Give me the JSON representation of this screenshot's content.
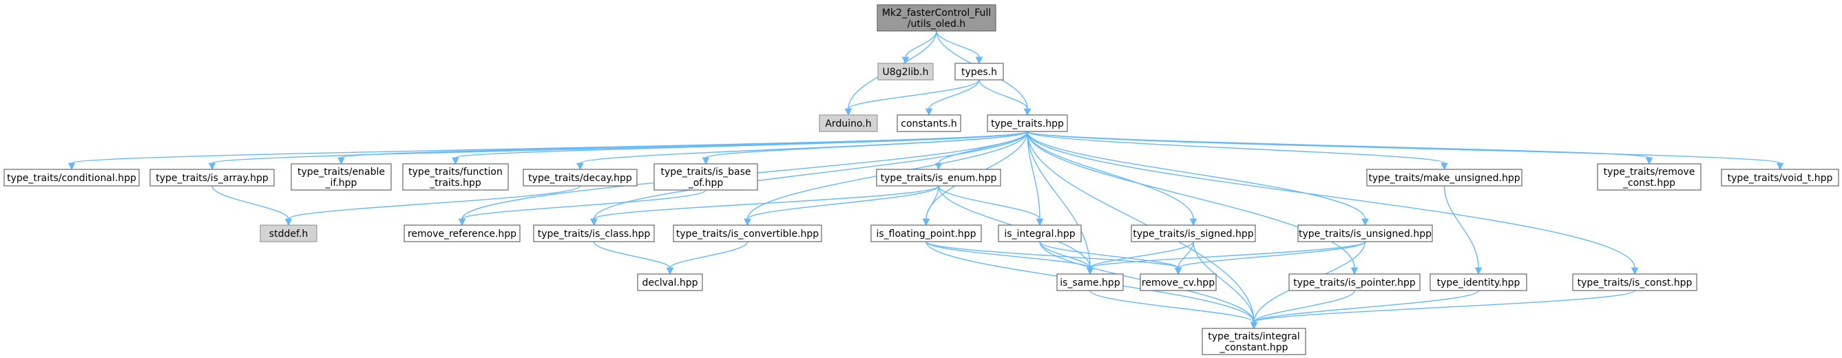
{
  "colors": {
    "edge": "#63b8ff",
    "node_border": "#666666",
    "root_fill": "#999999",
    "system_fill": "#d3d3d3"
  },
  "nodes": [
    {
      "id": "root",
      "lines": [
        "Mk2_fasterControl_Full",
        "/utils_oled.h"
      ],
      "style": "root"
    },
    {
      "id": "arduino",
      "lines": [
        "Arduino.h"
      ],
      "style": "gray"
    },
    {
      "id": "u8g2",
      "lines": [
        "U8g2lib.h"
      ],
      "style": "gray"
    },
    {
      "id": "types",
      "lines": [
        "types.h"
      ],
      "style": "white"
    },
    {
      "id": "constants",
      "lines": [
        "constants.h"
      ],
      "style": "white"
    },
    {
      "id": "tt",
      "lines": [
        "type_traits.hpp"
      ],
      "style": "white"
    },
    {
      "id": "conditional",
      "lines": [
        "type_traits/conditional.hpp"
      ],
      "style": "white"
    },
    {
      "id": "is_array",
      "lines": [
        "type_traits/is_array.hpp"
      ],
      "style": "white"
    },
    {
      "id": "enable_if",
      "lines": [
        "type_traits/enable",
        "_if.hpp"
      ],
      "style": "white"
    },
    {
      "id": "function_traits",
      "lines": [
        "type_traits/function",
        "_traits.hpp"
      ],
      "style": "white"
    },
    {
      "id": "decay",
      "lines": [
        "type_traits/decay.hpp"
      ],
      "style": "white"
    },
    {
      "id": "is_base_of",
      "lines": [
        "type_traits/is_base",
        "_of.hpp"
      ],
      "style": "white"
    },
    {
      "id": "is_enum",
      "lines": [
        "type_traits/is_enum.hpp"
      ],
      "style": "white"
    },
    {
      "id": "make_unsigned",
      "lines": [
        "type_traits/make_unsigned.hpp"
      ],
      "style": "white"
    },
    {
      "id": "remove_const",
      "lines": [
        "type_traits/remove",
        "_const.hpp"
      ],
      "style": "white"
    },
    {
      "id": "void_t",
      "lines": [
        "type_traits/void_t.hpp"
      ],
      "style": "white"
    },
    {
      "id": "stddef",
      "lines": [
        "stddef.h"
      ],
      "style": "gray"
    },
    {
      "id": "remove_reference",
      "lines": [
        "remove_reference.hpp"
      ],
      "style": "white"
    },
    {
      "id": "is_class",
      "lines": [
        "type_traits/is_class.hpp"
      ],
      "style": "white"
    },
    {
      "id": "is_convertible",
      "lines": [
        "type_traits/is_convertible.hpp"
      ],
      "style": "white"
    },
    {
      "id": "is_floating_point",
      "lines": [
        "is_floating_point.hpp"
      ],
      "style": "white"
    },
    {
      "id": "is_integral",
      "lines": [
        "is_integral.hpp"
      ],
      "style": "white"
    },
    {
      "id": "is_signed",
      "lines": [
        "type_traits/is_signed.hpp"
      ],
      "style": "white"
    },
    {
      "id": "is_unsigned",
      "lines": [
        "type_traits/is_unsigned.hpp"
      ],
      "style": "white"
    },
    {
      "id": "declval",
      "lines": [
        "declval.hpp"
      ],
      "style": "white"
    },
    {
      "id": "is_same",
      "lines": [
        "is_same.hpp"
      ],
      "style": "white"
    },
    {
      "id": "remove_cv",
      "lines": [
        "remove_cv.hpp"
      ],
      "style": "white"
    },
    {
      "id": "is_pointer",
      "lines": [
        "type_traits/is_pointer.hpp"
      ],
      "style": "white"
    },
    {
      "id": "type_identity",
      "lines": [
        "type_identity.hpp"
      ],
      "style": "white"
    },
    {
      "id": "is_const",
      "lines": [
        "type_traits/is_const.hpp"
      ],
      "style": "white"
    },
    {
      "id": "integral_constant",
      "lines": [
        "type_traits/integral",
        "_constant.hpp"
      ],
      "style": "white"
    }
  ],
  "edges": [
    [
      "root",
      "arduino"
    ],
    [
      "root",
      "u8g2"
    ],
    [
      "root",
      "types"
    ],
    [
      "root",
      "tt"
    ],
    [
      "types",
      "arduino"
    ],
    [
      "types",
      "constants"
    ],
    [
      "types",
      "tt"
    ],
    [
      "tt",
      "conditional"
    ],
    [
      "tt",
      "is_array"
    ],
    [
      "tt",
      "enable_if"
    ],
    [
      "tt",
      "function_traits"
    ],
    [
      "tt",
      "decay"
    ],
    [
      "tt",
      "is_base_of"
    ],
    [
      "tt",
      "is_enum"
    ],
    [
      "tt",
      "make_unsigned"
    ],
    [
      "tt",
      "remove_const"
    ],
    [
      "tt",
      "void_t"
    ],
    [
      "tt",
      "remove_reference"
    ],
    [
      "tt",
      "is_class"
    ],
    [
      "tt",
      "is_convertible"
    ],
    [
      "tt",
      "is_floating_point"
    ],
    [
      "tt",
      "is_integral"
    ],
    [
      "tt",
      "is_signed"
    ],
    [
      "tt",
      "is_unsigned"
    ],
    [
      "tt",
      "is_pointer"
    ],
    [
      "tt",
      "is_const"
    ],
    [
      "tt",
      "is_same"
    ],
    [
      "tt",
      "integral_constant"
    ],
    [
      "is_array",
      "stddef"
    ],
    [
      "decay",
      "stddef"
    ],
    [
      "is_base_of",
      "remove_reference"
    ],
    [
      "is_enum",
      "is_class"
    ],
    [
      "is_enum",
      "is_convertible"
    ],
    [
      "is_enum",
      "is_floating_point"
    ],
    [
      "is_enum",
      "is_integral"
    ],
    [
      "is_enum",
      "is_same"
    ],
    [
      "is_class",
      "declval"
    ],
    [
      "is_convertible",
      "declval"
    ],
    [
      "is_floating_point",
      "is_same"
    ],
    [
      "is_floating_point",
      "remove_cv"
    ],
    [
      "is_floating_point",
      "integral_constant"
    ],
    [
      "is_integral",
      "is_same"
    ],
    [
      "is_integral",
      "remove_cv"
    ],
    [
      "is_integral",
      "integral_constant"
    ],
    [
      "is_signed",
      "is_same"
    ],
    [
      "is_signed",
      "remove_cv"
    ],
    [
      "is_signed",
      "integral_constant"
    ],
    [
      "is_unsigned",
      "is_same"
    ],
    [
      "is_unsigned",
      "remove_cv"
    ],
    [
      "is_unsigned",
      "integral_constant"
    ],
    [
      "is_same",
      "integral_constant"
    ],
    [
      "is_pointer",
      "integral_constant"
    ],
    [
      "make_unsigned",
      "type_identity"
    ],
    [
      "type_identity",
      "integral_constant"
    ],
    [
      "is_const",
      "integral_constant"
    ]
  ]
}
